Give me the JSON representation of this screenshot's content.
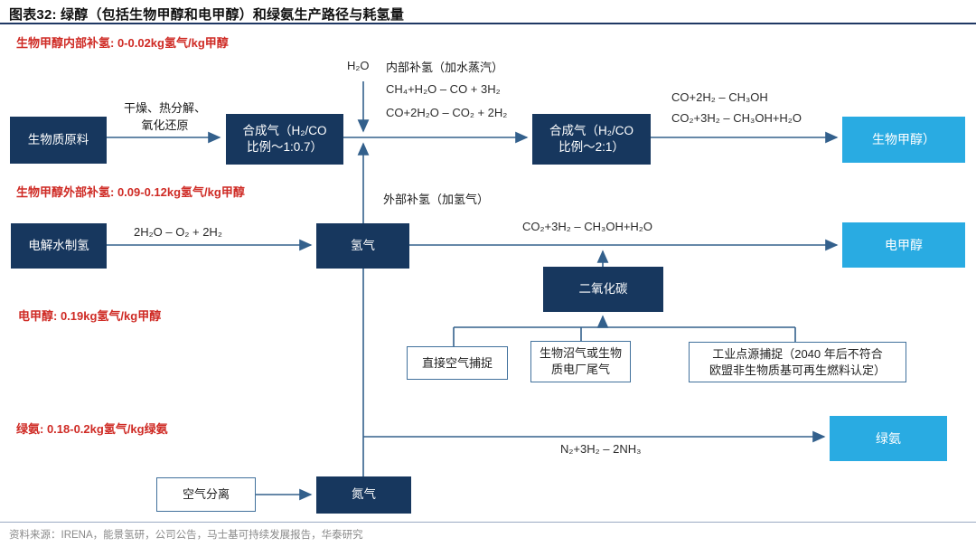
{
  "figure": {
    "title": "图表32:  绿醇（包括生物甲醇和电甲醇）和绿氨生产路径与耗氢量",
    "source": "资料来源：IRENA，能景氢研，公司公告，马士基可持续发展报告，华泰研究"
  },
  "annotations": {
    "bio_internal": "生物甲醇内部补氢: 0-0.02kg氢气/kg甲醇",
    "bio_external": "生物甲醇外部补氢: 0.09-0.12kg氢气/kg甲醇",
    "e_methanol": "电甲醇: 0.19kg氢气/kg甲醇",
    "green_ammonia": "绿氨: 0.18-0.2kg氢气/kg绿氨"
  },
  "nodes": {
    "biomass": "生物质原料",
    "syngas1": "合成气（H₂/CO\n比例～1:0.7）",
    "syngas2": "合成气（H₂/CO\n比例～2:1）",
    "bio_methanol": "生物甲醇）",
    "electrolysis": "电解水制氢",
    "hydrogen": "氢气",
    "e_methanol": "电甲醇",
    "co2": "二氧化碳",
    "dac": "直接空气捕捉",
    "biogas": "生物沼气或生物\n质电厂尾气",
    "industrial": "工业点源捕捉（2040 年后不符合\n欧盟非生物质基可再生燃料认定）",
    "green_ammonia": "绿氨",
    "air_separation": "空气分离",
    "nitrogen": "氮气"
  },
  "flow_labels": {
    "h2o": "H₂O",
    "internal_h2": "内部补氢（加水蒸汽）",
    "rxn_reforming": "CH₄+H₂O – CO + 3H₂",
    "rxn_shift": "CO+2H₂O – CO₂ + 2H₂",
    "drying": "干燥、热分解、\n氧化还原",
    "rxn_co_meoh": "CO+2H₂ – CH₃OH",
    "rxn_co2_meoh_top": "CO₂+3H₂ – CH₃OH+H₂O",
    "rxn_electrolysis": "2H₂O – O₂ + 2H₂",
    "external_h2": "外部补氢（加氢气）",
    "rxn_co2_meoh_mid": "CO₂+3H₂ – CH₃OH+H₂O",
    "rxn_ammonia": "N₂+3H₂ – 2NH₃"
  },
  "colors": {
    "dark_box": "#17375E",
    "light_box": "#29ABE2",
    "line": "#33608C",
    "red_note": "#CF2B25",
    "top_rule": "#1F3864"
  }
}
